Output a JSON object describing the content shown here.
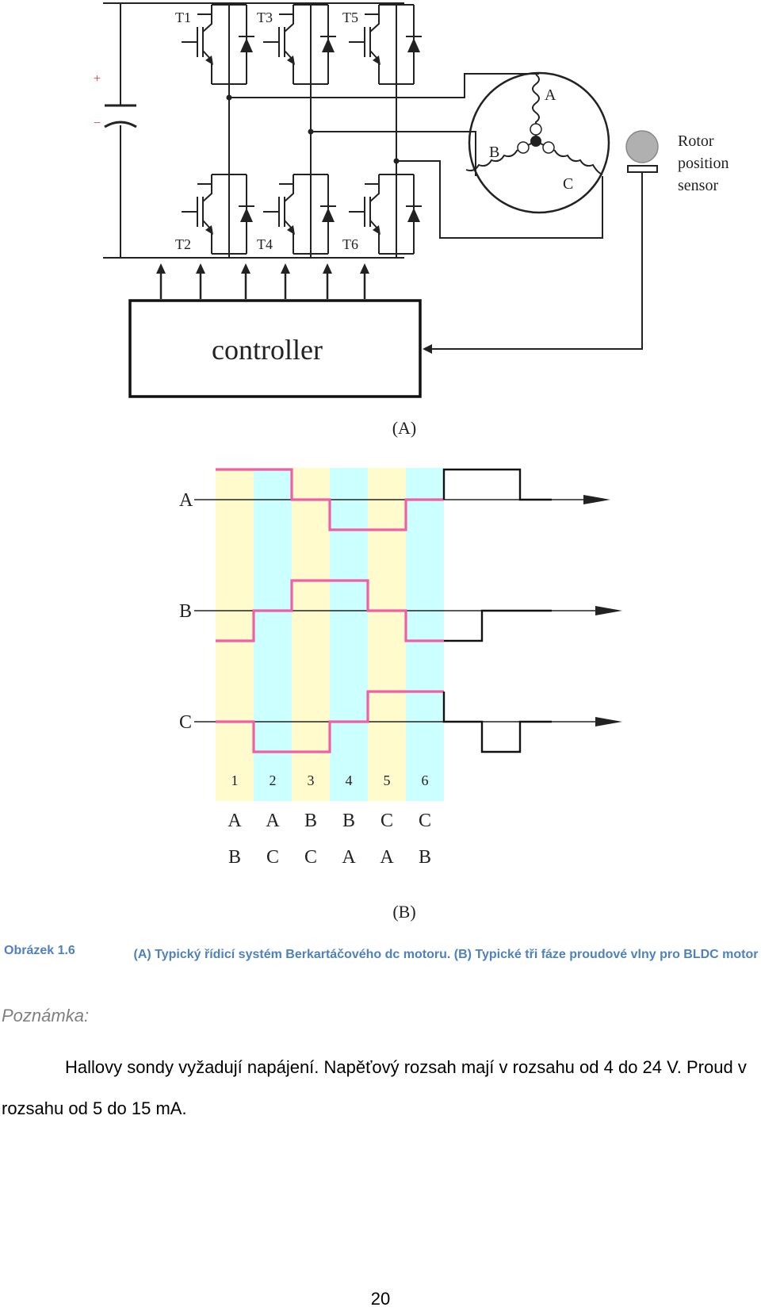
{
  "diagram_a": {
    "transistors": [
      "T1",
      "T3",
      "T5",
      "T2",
      "T4",
      "T6"
    ],
    "plus": "+",
    "minus": "−",
    "phases": [
      "A",
      "B",
      "C"
    ],
    "sensor_label": [
      "Rotor",
      "position",
      "sensor"
    ],
    "controller": "controller",
    "panel_label": "(A)"
  },
  "diagram_b": {
    "row_labels": [
      "A",
      "B",
      "C"
    ],
    "steps": [
      "1",
      "2",
      "3",
      "4",
      "5",
      "6"
    ],
    "pairs_top": [
      "A",
      "A",
      "B",
      "B",
      "C",
      "C"
    ],
    "pairs_bottom": [
      "B",
      "C",
      "C",
      "A",
      "A",
      "B"
    ],
    "panel_label": "(B)",
    "step_colors": [
      "#fffbcc",
      "#ccffff"
    ],
    "trace_color": "#ee5fa7"
  },
  "caption": {
    "label": "Obrázek 1.6",
    "text": "(A) Typický řídicí systém Berkartáčového dc motoru. (B) Typické tři fáze proudové vlny pro BLDC motor"
  },
  "note": {
    "label": "Poznámka:",
    "text": "Hallovy sondy vyžadují napájení. Napěťový rozsah mají v rozsahu od 4 do 24 V. Proud v rozsahu od 5 do 15 mA."
  },
  "page_number": "20"
}
